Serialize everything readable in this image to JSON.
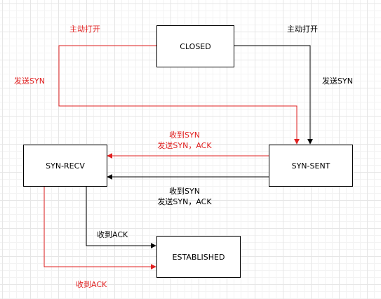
{
  "nodes": {
    "closed": "CLOSED",
    "syn_sent": "SYN-SENT",
    "syn_recv": "SYN-RECV",
    "established": "ESTABLISHED"
  },
  "labels": {
    "red_active_open": "主动打开",
    "red_send_syn": "发送SYN",
    "black_active_open": "主动打开",
    "black_send_syn": "发送SYN",
    "red_recv_syn": "收到SYN",
    "red_send_syn_ack": "发送SYN，ACK",
    "black_recv_syn": "收到SYN",
    "black_send_syn_ack": "发送SYN，ACK",
    "black_recv_ack": "收到ACK",
    "red_recv_ack": "收到ACK"
  },
  "colors": {
    "red": "#e02020",
    "black": "#000000"
  }
}
